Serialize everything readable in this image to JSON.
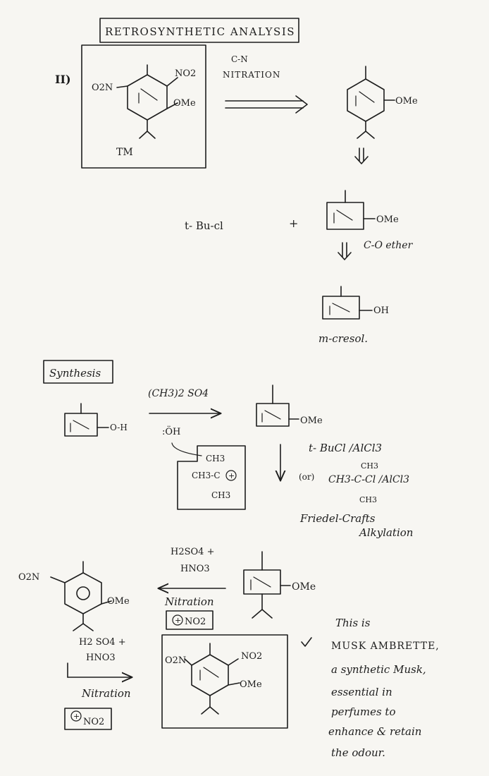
{
  "header": {
    "title": "RETROSYNTHETIC ANALYSIS"
  },
  "retro": {
    "label": "II)",
    "tm": {
      "o2n": "O2N",
      "no2": "NO2",
      "ome": "OMe",
      "label": "TM"
    },
    "step1": {
      "line1": "C-N",
      "line2": "NITRATION"
    },
    "int1": {
      "ome": "OMe"
    },
    "reagent": "t- Bu-cl",
    "plus": "+",
    "int2": {
      "ome": "OMe",
      "note": "C-O ether"
    },
    "start": {
      "oh": "OH",
      "name": "m-cresol."
    }
  },
  "synthesis": {
    "label": "Synthesis",
    "sm": {
      "oh": "O-H"
    },
    "step1": {
      "reagent": "(CH3)2 SO4"
    },
    "nuc": {
      "label": ":ÖH"
    },
    "cation": {
      "top": "CH3",
      "mid": "CH3-C",
      "bottom": "CH3",
      "charge": "+"
    },
    "p1": {
      "ome": "OMe"
    },
    "fc": {
      "reagent1": "t- BuCl /AlCl3",
      "or": "(or)",
      "r2_top": "CH3",
      "r2_mid": "CH3-C-Cl /AlCl3",
      "r2_bottom": "CH3",
      "name1": "Friedel-Crafts",
      "name2": "Alkylation"
    },
    "p2": {
      "ome": "OMe"
    },
    "nit1": {
      "line1": "H2SO4 +",
      "line2": "HNO3",
      "name": "Nitration",
      "electrophile": "NO2",
      "charge": "+"
    },
    "p3": {
      "o2n": "O2N",
      "ome": "OMe"
    },
    "nit2": {
      "line1": "H2 SO4 +",
      "line2": "HNO3",
      "name": "Nitration",
      "electrophile": "NO2",
      "charge": "+"
    },
    "final": {
      "o2n": "O2N",
      "no2": "NO2",
      "ome": "OMe"
    },
    "note": {
      "l1": "This is",
      "l2": "MUSK AMBRETTE,",
      "l3": "a synthetic Musk,",
      "l4": "essential in",
      "l5": "perfumes to",
      "l6": "enhance & retain",
      "l7": "the odour."
    }
  }
}
